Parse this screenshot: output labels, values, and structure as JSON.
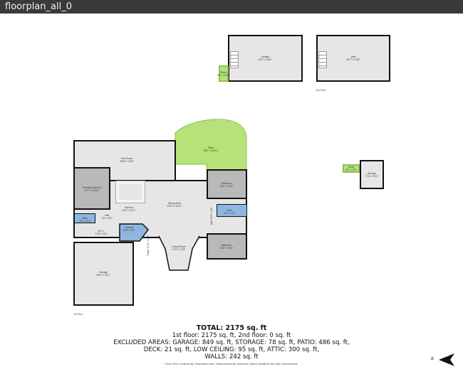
{
  "window": {
    "title": "floorplan_all_0"
  },
  "second_floor": {
    "label": "2nd Floor",
    "rooms": [
      {
        "name": "Garage",
        "dims": "23'3\" x 15'8\""
      },
      {
        "name": "Attic",
        "dims": "25'7\" x 13'8\""
      },
      {
        "name": "Patio",
        "dims": "5'0\" x 5'10\""
      }
    ]
  },
  "first_floor": {
    "label": "1st Floor",
    "rooms": [
      {
        "name": "Sun Room",
        "dims": "35'8\" x 11'8\""
      },
      {
        "name": "Patio",
        "dims": "28'0\" x 20'11\""
      },
      {
        "name": "Primary Bedroom",
        "dims": "12'7\" x 14'11\""
      },
      {
        "name": "Kitchen",
        "dims": "12'8\" x 20'1\""
      },
      {
        "name": "Dining Area",
        "dims": "22'8\" x 16'11\""
      },
      {
        "name": "Bedroom",
        "dims": "13'0\" x 12'9\""
      },
      {
        "name": "Bath",
        "dims": "10'0\" x 7'3\""
      },
      {
        "name": "Bath",
        "dims": "7'8\" x 11'1\""
      },
      {
        "name": "Hall",
        "dims": "7'8\" x 5'3\""
      },
      {
        "name": "W.I.C.",
        "dims": "7'10\" x 6'4\""
      },
      {
        "name": "Laundry",
        "dims": "10'8\" x 8'9\""
      },
      {
        "name": "Living Room",
        "dims": "17'8\" x 13'3\""
      },
      {
        "name": "Bedroom",
        "dims": "13'6\" x 10'4\""
      },
      {
        "name": "Garage",
        "dims": "26'0\" x 22'1\""
      },
      {
        "name": "Foyer",
        "dims": "11'11\" x 5'8\""
      },
      {
        "name": "Hall",
        "dims": "16'3\" x 4'8\""
      }
    ]
  },
  "outbuilding": {
    "rooms": [
      {
        "name": "Deck",
        "dims": "6'0\" x 3'6\""
      },
      {
        "name": "Storage",
        "dims": "7'11\" x 9'11\""
      }
    ]
  },
  "summary": {
    "total": "TOTAL: 2175 sq. ft",
    "floors": "1st floor: 2175 sq. ft, 2nd floor: 0 sq. ft",
    "excluded_1": "EXCLUDED AREAS: GARAGE: 849 sq. ft, STORAGE: 78 sq. ft, PATIO: 486 sq. ft,",
    "excluded_2": "DECK: 21 sq. ft, LOW CEILING: 95 sq. ft, ATTIC: 300 sq. ft,",
    "walls": "WALLS: 242 sq. ft",
    "credit": "Floor Plan Created By VSphotos.com. Measurements Deemed Highly Reliable But Not Guaranteed."
  },
  "compass": {
    "label": "N"
  },
  "colors": {
    "titlebar": "#3a3a3a",
    "room": "#e6e6e6",
    "bedroom": "#b9b9b9",
    "bath": "#8fb6e0",
    "patio": "#b6e27a",
    "wall": "#111111"
  }
}
